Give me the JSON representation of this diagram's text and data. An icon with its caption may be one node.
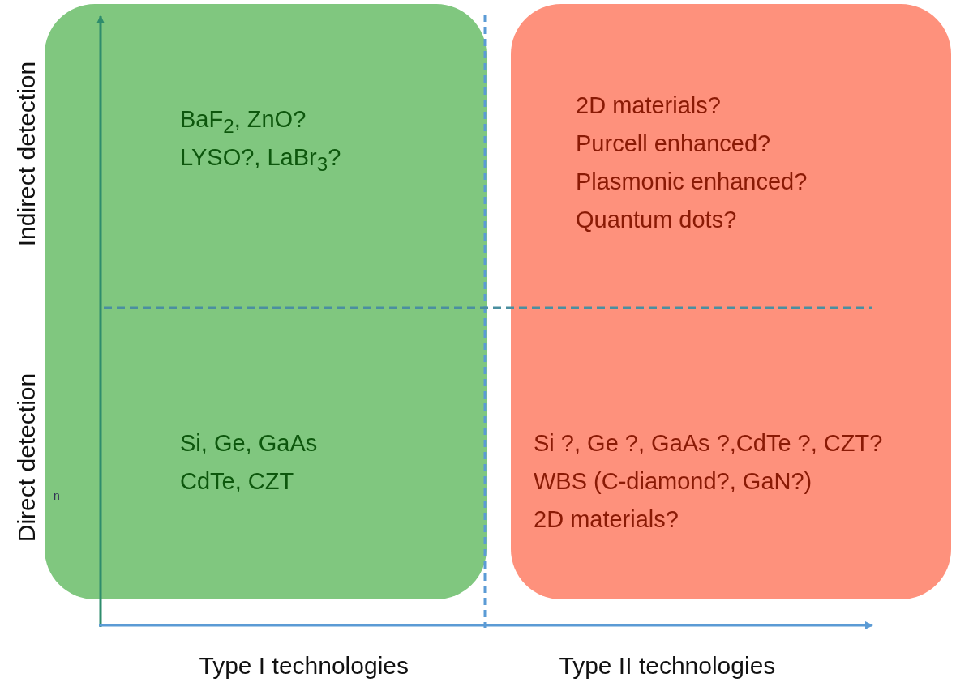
{
  "diagram": {
    "nodes": [
      {
        "text": [
          "BaF$_{2}$, ZnO?",
          "LYSO?, LaBr$_{3}$?",
          "Si, Ge, GaAs",
          "CdTe, CZT"
        ]
      },
      {
        "text": [
          "2D materials?",
          "Purcell enhanced?",
          "Plasmonic enhanced?",
          "Quantum dots?",
          "Si ?, Ge ?, GaAs ?,CdTe ?, CZT?",
          "WBS (C-diamond?, GaN?)",
          "2D materials?"
        ]
      }
    ],
    "edges": [],
    "labels": [
      "Indirect detection",
      "Direct detection",
      "n",
      "Type I technologies",
      "Type II technologies"
    ]
  }
}
